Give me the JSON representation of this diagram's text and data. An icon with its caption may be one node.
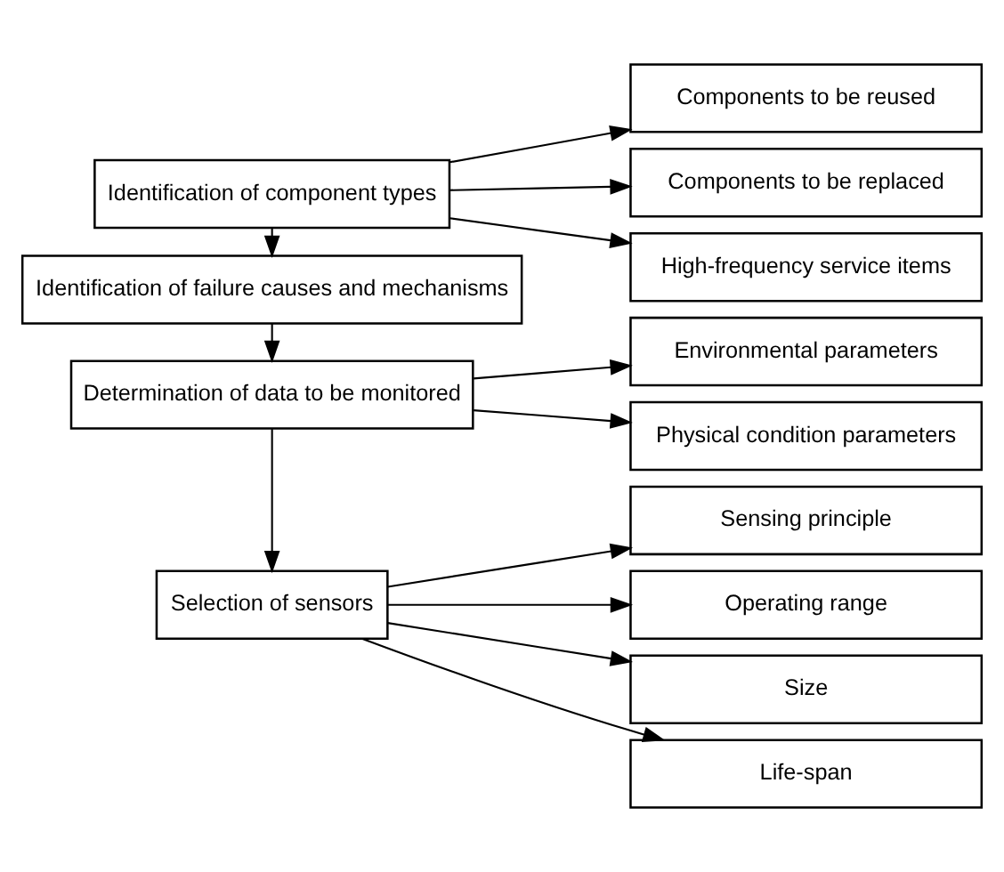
{
  "diagram": {
    "nodes": [
      {
        "text": [
          "Identification of component types"
        ]
      },
      {
        "text": [
          "Components to be reused"
        ]
      },
      {
        "text": [
          "Components to be replaced"
        ]
      },
      {
        "text": [
          "High-frequency service items"
        ]
      },
      {
        "text": [
          "Identification of failure causes and mechanisms"
        ]
      },
      {
        "text": [
          "Determination of data to be monitored"
        ]
      },
      {
        "text": [
          "Environmental parameters"
        ]
      },
      {
        "text": [
          "Physical condition parameters"
        ]
      },
      {
        "text": [
          "Selection of sensors"
        ]
      },
      {
        "text": [
          "Sensing principle"
        ]
      },
      {
        "text": [
          "Operating range"
        ]
      },
      {
        "text": [
          "Size"
        ]
      },
      {
        "text": [
          "Life-span"
        ]
      }
    ],
    "edges": [
      {
        "from": 0,
        "to": 1,
        "arrow": "to"
      },
      {
        "from": 0,
        "to": 2,
        "arrow": "to"
      },
      {
        "from": 0,
        "to": 3,
        "arrow": "to"
      },
      {
        "from": 0,
        "to": 4,
        "arrow": "to"
      },
      {
        "from": 4,
        "to": 5,
        "arrow": "to"
      },
      {
        "from": 5,
        "to": 6,
        "arrow": "to"
      },
      {
        "from": 5,
        "to": 7,
        "arrow": "to"
      },
      {
        "from": 5,
        "to": 8,
        "arrow": "to"
      },
      {
        "from": 8,
        "to": 9,
        "arrow": "to"
      },
      {
        "from": 8,
        "to": 10,
        "arrow": "to"
      },
      {
        "from": 8,
        "to": 11,
        "arrow": "to"
      },
      {
        "from": 8,
        "to": 12,
        "arrow": "to"
      }
    ]
  }
}
